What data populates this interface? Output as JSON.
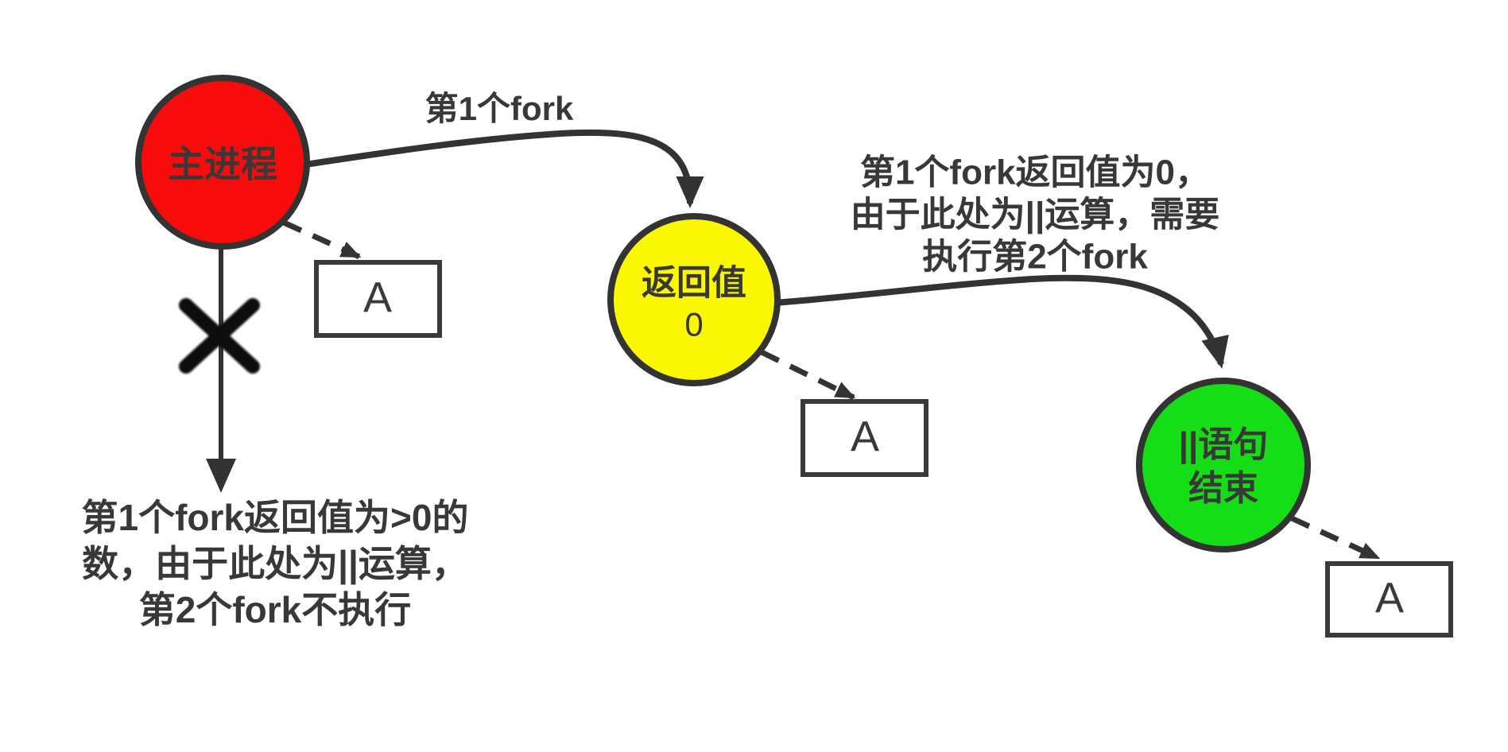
{
  "colors": {
    "red": "#F80B0B",
    "yellow": "#FBF700",
    "green": "#16DE16",
    "stroke": "#333333",
    "text": "#383838"
  },
  "nodes": {
    "main_process": {
      "label": "主进程"
    },
    "return_value": {
      "label": "返回值",
      "value": "0"
    },
    "or_statement_end": {
      "line1": "||语句",
      "line2": "结束"
    }
  },
  "edges": {
    "fork1_label": "第1个fork"
  },
  "annotations": {
    "fork2_needed": [
      "第1个fork返回值为0，",
      "由于此处为||运算，需要",
      "执行第2个fork"
    ],
    "fork2_skipped": [
      "第1个fork返回值为>0的",
      "数，由于此处为||运算，",
      "第2个fork不执行"
    ]
  },
  "process_boxes": {
    "a1": "A",
    "a2": "A",
    "a3": "A"
  }
}
